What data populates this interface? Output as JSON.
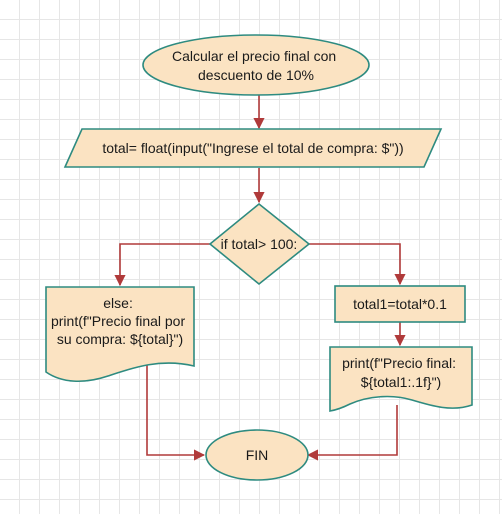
{
  "nodes": {
    "start": {
      "lines": [
        "Calcular el precio final con",
        "descuento de 10%"
      ]
    },
    "input": {
      "lines": [
        "total= float(input(\"Ingrese el total de compra: $\"))"
      ]
    },
    "decision": {
      "lines": [
        "if total> 100:"
      ]
    },
    "else_branch": {
      "lines": [
        "else:",
        "print(f\"Precio final por",
        "su compra: ${total}\")"
      ]
    },
    "calc": {
      "lines": [
        "total1=total*0.1"
      ]
    },
    "print_final": {
      "lines": [
        "print(f\"Precio final:",
        "${total1:.1f}\")"
      ]
    },
    "end": {
      "lines": [
        "FIN"
      ]
    }
  },
  "colors": {
    "shape_fill": "#fbe3c2",
    "shape_stroke": "#2e8b80",
    "edge": "#b03a3a",
    "grid": "#e6e6e6"
  }
}
